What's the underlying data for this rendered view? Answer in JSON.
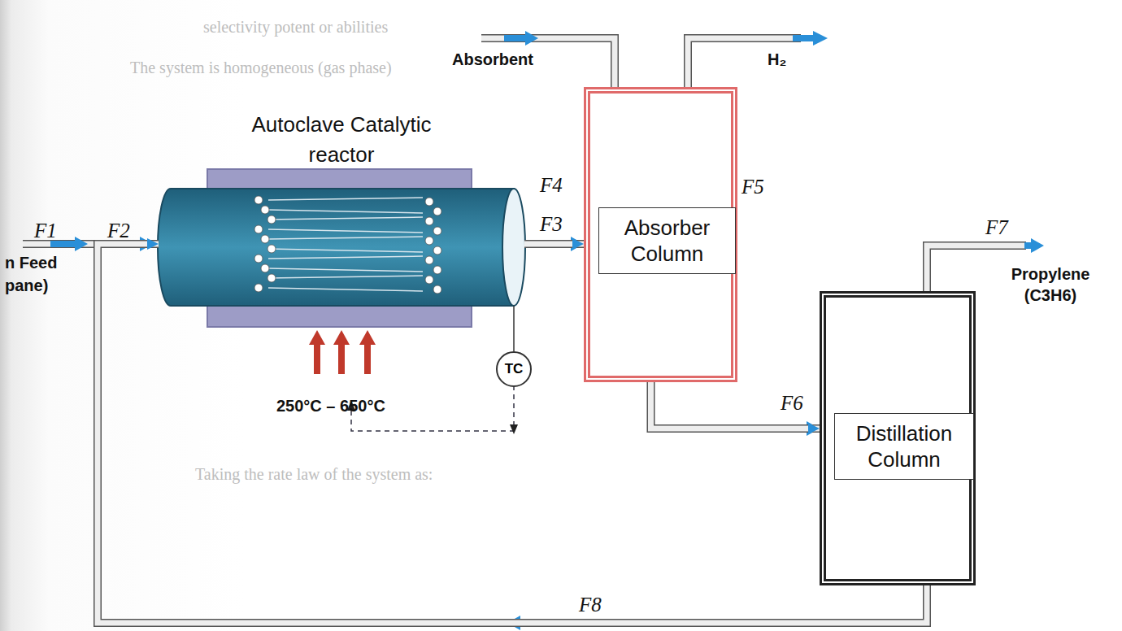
{
  "diagram": {
    "nodes": [
      {
        "text": [
          "Autoclave Catalytic reactor"
        ]
      },
      {
        "text": [
          "TC"
        ]
      },
      {
        "text": [
          "Absorber Column"
        ]
      },
      {
        "text": [
          "Distillation Column"
        ]
      }
    ],
    "edges": [
      {
        "from": 0,
        "to": 2,
        "arrow": "to"
      },
      {
        "from": 0,
        "to": 1,
        "arrow": "none"
      },
      {
        "from": 2,
        "to": 3,
        "arrow": "to"
      },
      {
        "from": 3,
        "to": 0,
        "arrow": "to"
      }
    ],
    "labels": [
      "F1",
      "F2",
      "n Feed",
      "pane)",
      "250°C – 650°C",
      "F3",
      "F4",
      "F5",
      "Absorbent",
      "H₂",
      "F6",
      "F7",
      "Propylene (C3H6)",
      "F8",
      "selectivity potent or abilities",
      "The system is homogeneous (gas phase)",
      "Taking the rate law of the system as:"
    ]
  }
}
